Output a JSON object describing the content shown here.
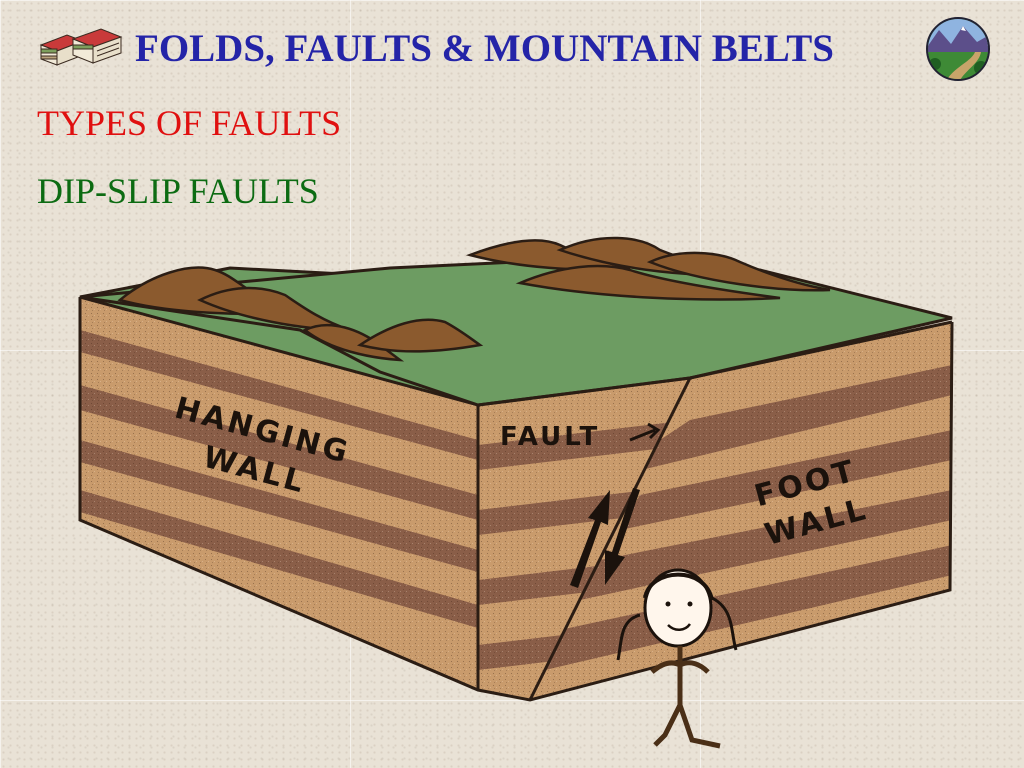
{
  "slide": {
    "title": "FOLDS, FAULTS & MOUNTAIN BELTS",
    "subtitle": "TYPES OF FAULTS",
    "section": "DIP-SLIP FAULTS"
  },
  "diagram": {
    "labels": {
      "hanging_line1": "HANGING",
      "hanging_line2": "WALL",
      "fault": "FAULT",
      "foot_line1": "FOOT",
      "foot_line2": "WALL"
    }
  },
  "colors": {
    "title": "#2424a8",
    "subtitle": "#e01010",
    "section": "#0c6b12",
    "grass": "#6d9c62",
    "rock_light": "#c99b6c",
    "rock_dark": "#8a5e48",
    "hill": "#8b5a2e"
  },
  "icons": [
    "rock-layers-logo-icon",
    "mountain-landscape-logo-icon"
  ]
}
